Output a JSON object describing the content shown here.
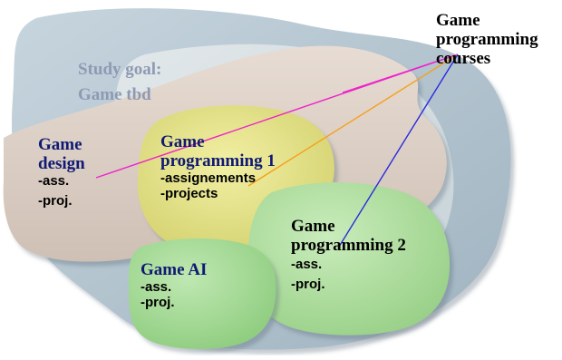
{
  "colors": {
    "outer_blob": "#b8c9d4",
    "mid_blob": "#d6dee2",
    "design_blob": "#dccfc6",
    "gp1_blob": "#e6e58e",
    "gp2_blob": "#b5e1a6",
    "ai_blob": "#a9dc9e",
    "study_goal_text": "#8e9ab4",
    "course_title_text": "#101a72",
    "gp_title_text": "#000000",
    "line_design": "#ee22cc",
    "line_gp1": "#f5a01e",
    "line_gp2": "#2a2ae0"
  },
  "header": {
    "line1": "Game",
    "line2": "programming",
    "line3": "courses"
  },
  "study_goal": {
    "line1": "Study goal:",
    "line2": "Game tbd"
  },
  "courses": {
    "game_design": {
      "title1": "Game",
      "title2": "design",
      "item1": "-ass.",
      "item2": "-proj."
    },
    "game_programming_1": {
      "title1": "Game",
      "title2": "programming 1",
      "item1": "-assignements",
      "item2": "-projects"
    },
    "game_programming_2": {
      "title1": "Game",
      "title2": "programming 2",
      "item1": "-ass.",
      "item2": "-proj."
    },
    "game_ai": {
      "title1": "Game AI",
      "item1": "-ass.",
      "item2": "-proj."
    }
  }
}
